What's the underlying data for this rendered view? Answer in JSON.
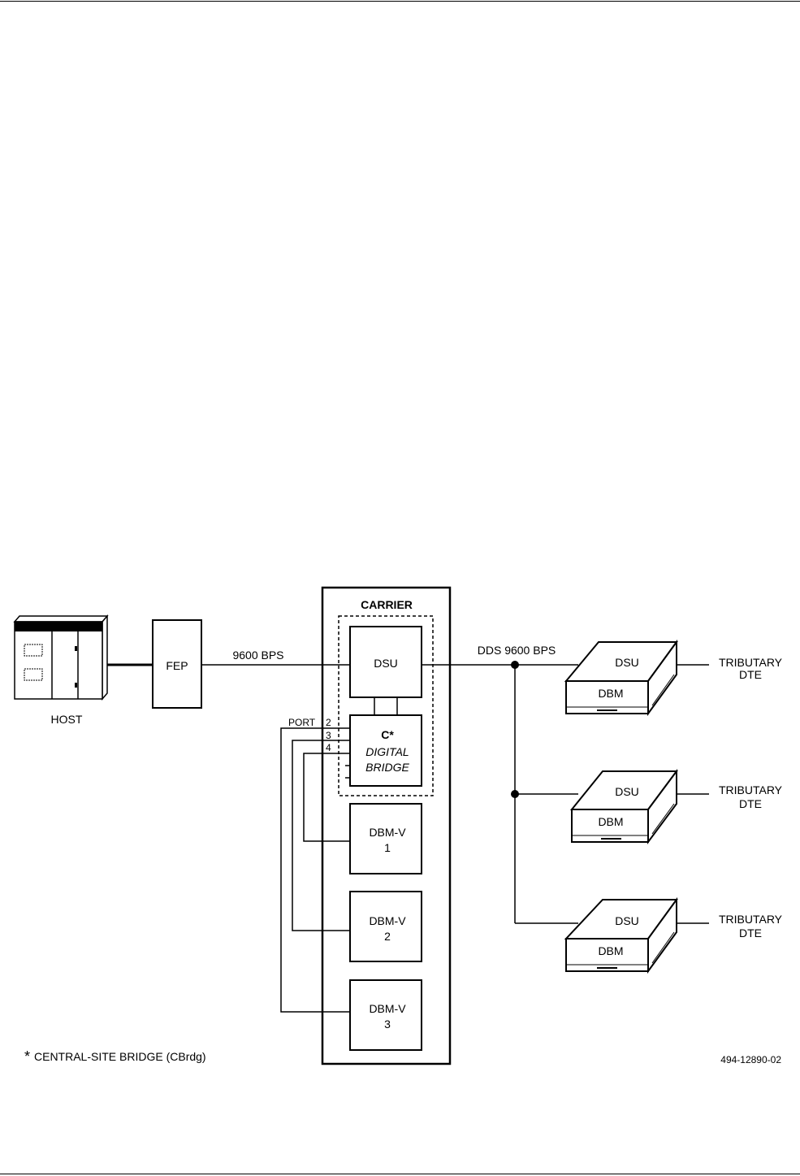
{
  "host": {
    "label": "HOST"
  },
  "fep": {
    "label": "FEP"
  },
  "link_left": {
    "label": "9600 BPS"
  },
  "carrier": {
    "title": "CARRIER",
    "dsu": "DSU",
    "bridge": {
      "marker": "C*",
      "line1": "DIGITAL",
      "line2": "BRIDGE"
    },
    "ports": {
      "label": "PORT",
      "numbers": [
        "2",
        "3",
        "4"
      ]
    },
    "dbmv": [
      {
        "name": "DBM-V",
        "num": "1"
      },
      {
        "name": "DBM-V",
        "num": "2"
      },
      {
        "name": "DBM-V",
        "num": "3"
      }
    ]
  },
  "link_right": {
    "label": "DDS 9600 BPS"
  },
  "tributaries": [
    {
      "top": "DSU",
      "bottom": "DBM",
      "dte1": "TRIBUTARY",
      "dte2": "DTE"
    },
    {
      "top": "DSU",
      "bottom": "DBM",
      "dte1": "TRIBUTARY",
      "dte2": "DTE"
    },
    {
      "top": "DSU",
      "bottom": "DBM",
      "dte1": "TRIBUTARY",
      "dte2": "DTE"
    }
  ],
  "footnote": {
    "star": "*",
    "text": "CENTRAL-SITE BRIDGE (CBrdg)"
  },
  "figure_id": "494-12890-02"
}
